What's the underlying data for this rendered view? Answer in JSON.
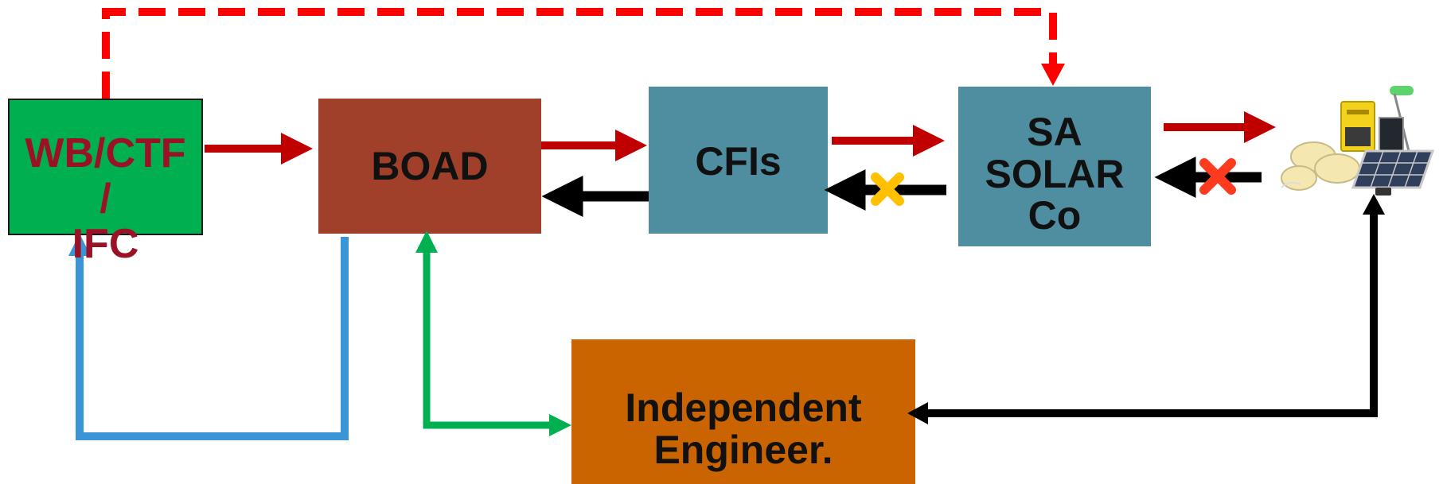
{
  "nodes": {
    "wb_ctf_ifc": {
      "label": "WB/CTF\n/\nIFC"
    },
    "boad": {
      "label": "BOAD"
    },
    "cfis": {
      "label": "CFIs"
    },
    "sa_solar_co": {
      "label": "SA\nSOLAR\nCo"
    },
    "independent_engineer": {
      "label": "Independent\nEngineer."
    },
    "solar_kit": {
      "icon": "solar-home-system-image"
    }
  },
  "colors": {
    "wb_box": "#00b050",
    "wb_text": "#9b1226",
    "boad_box": "#a0402a",
    "cfis_box": "#4f8ea0",
    "sa_box": "#4f8ea0",
    "ie_box": "#c96400",
    "arrow_red": "#c00000",
    "arrow_dashed_red": "#ff0000",
    "arrow_black": "#000000",
    "arrow_blue": "#3a95d6",
    "arrow_green": "#00b050",
    "cross_yellow": "#ffc000",
    "cross_red": "#ff3b1f"
  }
}
